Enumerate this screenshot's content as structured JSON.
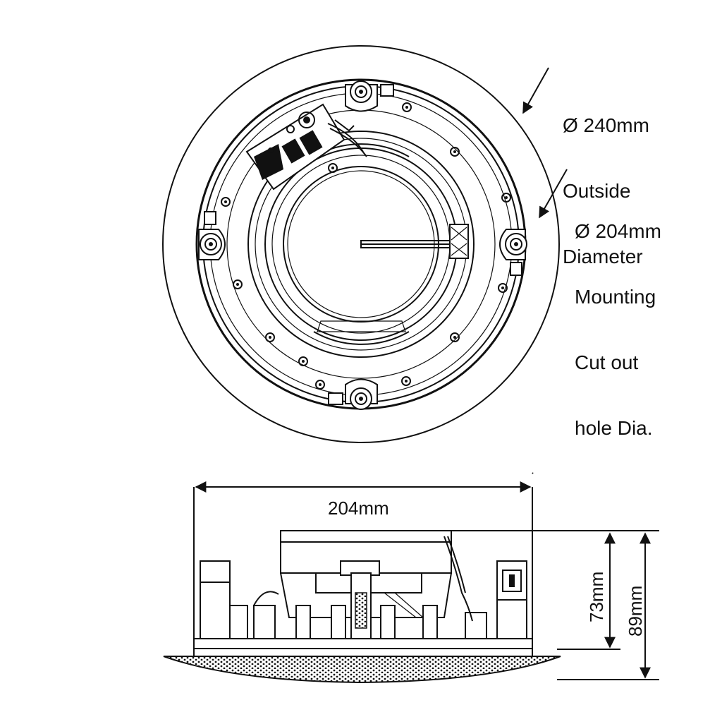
{
  "top_view": {
    "outside_diameter": {
      "value": "Ø 240mm",
      "line2": "Outside",
      "line3": "Diameter"
    },
    "cutout_diameter": {
      "value": "Ø 204mm",
      "line2": "Mounting",
      "line3": "Cut out",
      "line4": "hole Dia."
    }
  },
  "side_view": {
    "width_label": "204mm",
    "depth_label": "73mm",
    "total_height_label": "89mm"
  }
}
